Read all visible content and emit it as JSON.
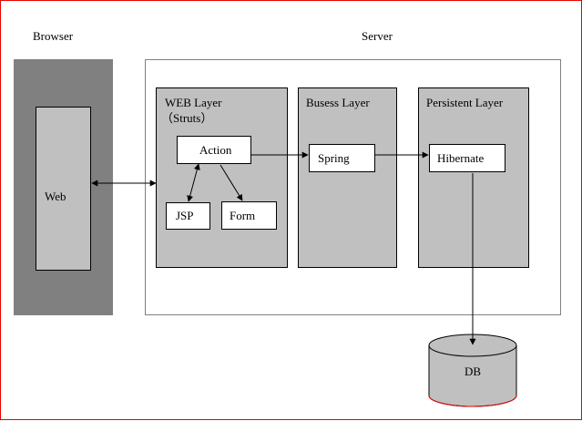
{
  "browser": {
    "label": "Browser",
    "web_box": "Web"
  },
  "server": {
    "label": "Server",
    "web_layer": {
      "title": "WEB Layer",
      "subtitle": "（Struts）",
      "action": "Action",
      "jsp": "JSP",
      "form": "Form"
    },
    "business_layer": {
      "title": "Busess Layer",
      "spring": "Spring"
    },
    "persistent_layer": {
      "title": "Persistent Layer",
      "hibernate": "Hibernate"
    }
  },
  "database": {
    "label": "DB"
  },
  "colors": {
    "frame_border": "#e60000",
    "browser_panel": "#808080",
    "layer_fill": "#c0c0c0",
    "box_fill": "#ffffff",
    "line": "#000000"
  }
}
